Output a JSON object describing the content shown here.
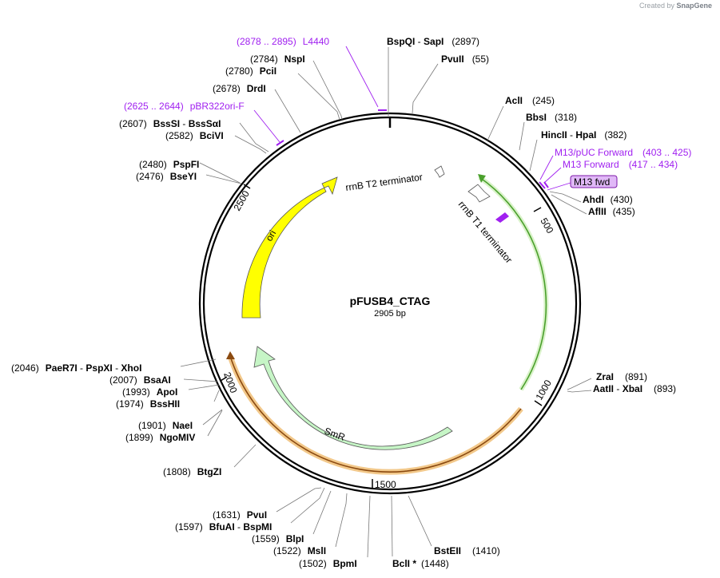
{
  "watermark": {
    "prefix": "Created by",
    "brand": "SnapGene"
  },
  "plasmid": {
    "name": "pFUSB4_CTAG",
    "length_label": "2905 bp"
  },
  "backbone_ticks": [
    "500",
    "1000",
    "1500",
    "2000",
    "2500"
  ],
  "features": [
    {
      "id": "ori",
      "label": "ori",
      "color": "#ffff00"
    },
    {
      "id": "smr",
      "label": "SmR",
      "color": "#c6f5c6"
    },
    {
      "id": "t2",
      "label": "rrnB T2 terminator"
    },
    {
      "id": "t1",
      "label": "rrnB T1 terminator"
    }
  ],
  "primer_box": {
    "label": "M13 fwd"
  },
  "sites": [
    {
      "name": "BspQI",
      "name2": "SapI",
      "pos": "(2897)"
    },
    {
      "name": "PvuII",
      "pos": "(55)"
    },
    {
      "name": "AclI",
      "pos": "(245)"
    },
    {
      "name": "BbsI",
      "pos": "(318)"
    },
    {
      "name": "HincII",
      "name2": "HpaI",
      "pos": "(382)"
    },
    {
      "name": "AhdI",
      "pos": "(430)"
    },
    {
      "name": "AflII",
      "pos": "(435)"
    },
    {
      "name": "ZraI",
      "pos": "(891)"
    },
    {
      "name": "AatII",
      "name2": "XbaI",
      "pos": "(893)"
    },
    {
      "name": "BstEII",
      "pos": "(1410)"
    },
    {
      "name": "BclI *",
      "pos": "(1448)"
    },
    {
      "name": "BpmI",
      "pos": "(1502)"
    },
    {
      "name": "MslI",
      "pos": "(1522)"
    },
    {
      "name": "BlpI",
      "pos": "(1559)"
    },
    {
      "name": "BfuAI",
      "name2": "BspMI",
      "pos": "(1597)"
    },
    {
      "name": "PvuI",
      "pos": "(1631)"
    },
    {
      "name": "BtgZI",
      "pos": "(1808)"
    },
    {
      "name": "NgoMIV",
      "pos": "(1899)"
    },
    {
      "name": "NaeI",
      "pos": "(1901)"
    },
    {
      "name": "BssHII",
      "pos": "(1974)"
    },
    {
      "name": "ApoI",
      "pos": "(1993)"
    },
    {
      "name": "BsaAI",
      "pos": "(2007)"
    },
    {
      "name": "PaeR7I",
      "name2": "PspXI",
      "name3": "XhoI",
      "pos": "(2046)"
    },
    {
      "name": "BseYI",
      "pos": "(2476)"
    },
    {
      "name": "PspFI",
      "pos": "(2480)"
    },
    {
      "name": "BciVI",
      "pos": "(2582)"
    },
    {
      "name": "BssSI",
      "name2": "BssSαI",
      "pos": "(2607)"
    },
    {
      "name": "DrdI",
      "pos": "(2678)"
    },
    {
      "name": "PciI",
      "pos": "(2780)"
    },
    {
      "name": "NspI",
      "pos": "(2784)"
    }
  ],
  "primers": [
    {
      "name": "L4440",
      "range": "(2878 .. 2895)"
    },
    {
      "name": "pBR322ori-F",
      "range": "(2625 .. 2644)"
    },
    {
      "name": "M13/pUC Forward",
      "range": "(403 .. 425)"
    },
    {
      "name": "M13 Forward",
      "range": "(417 .. 434)"
    }
  ],
  "colors": {
    "ring": "#000000",
    "primer": "#a020f0",
    "green_line": "#4aa02c",
    "orange_line": "#8b4a10",
    "orange_glow": "#f2c88a"
  }
}
